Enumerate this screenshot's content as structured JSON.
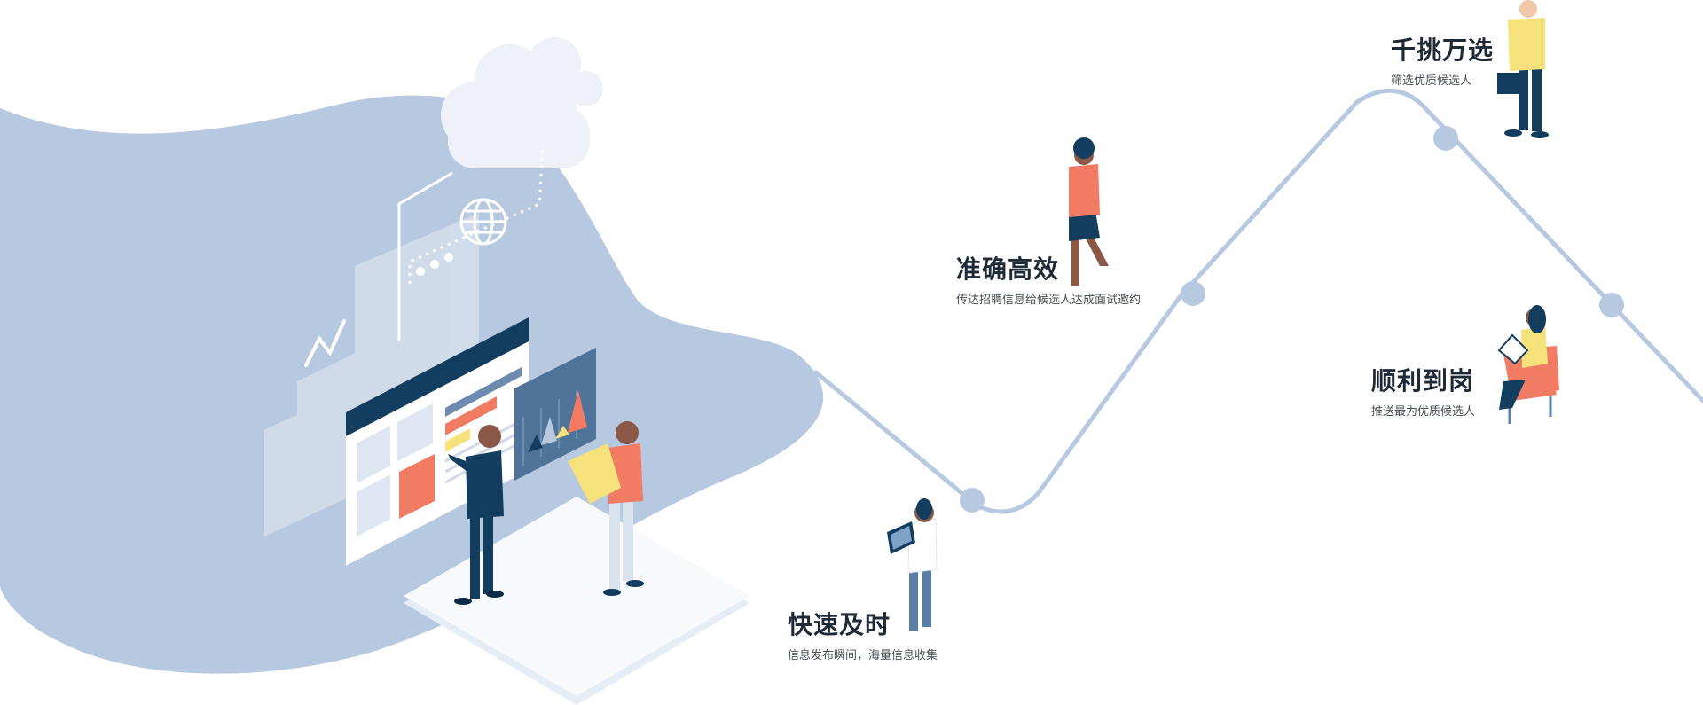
{
  "colors": {
    "blob": "#b7c9e0",
    "path": "#b7c9e0",
    "navy": "#123d5e",
    "coral": "#f27b64",
    "yellow": "#f6e27a",
    "white": "#ffffff",
    "text_dark": "#1f2a37",
    "text_sub": "#4a4f57"
  },
  "steps": [
    {
      "title": "快速及时",
      "subtitle": "信息发布瞬间，海量信息收集"
    },
    {
      "title": "准确高效",
      "subtitle": "传达招聘信息给候选人达成面试邀约"
    },
    {
      "title": "千挑万选",
      "subtitle": "筛选优质候选人"
    },
    {
      "title": "顺利到岗",
      "subtitle": "推送最为优质候选人"
    }
  ],
  "icons": [
    "cloud-icon",
    "globe-icon",
    "chart-icon"
  ]
}
